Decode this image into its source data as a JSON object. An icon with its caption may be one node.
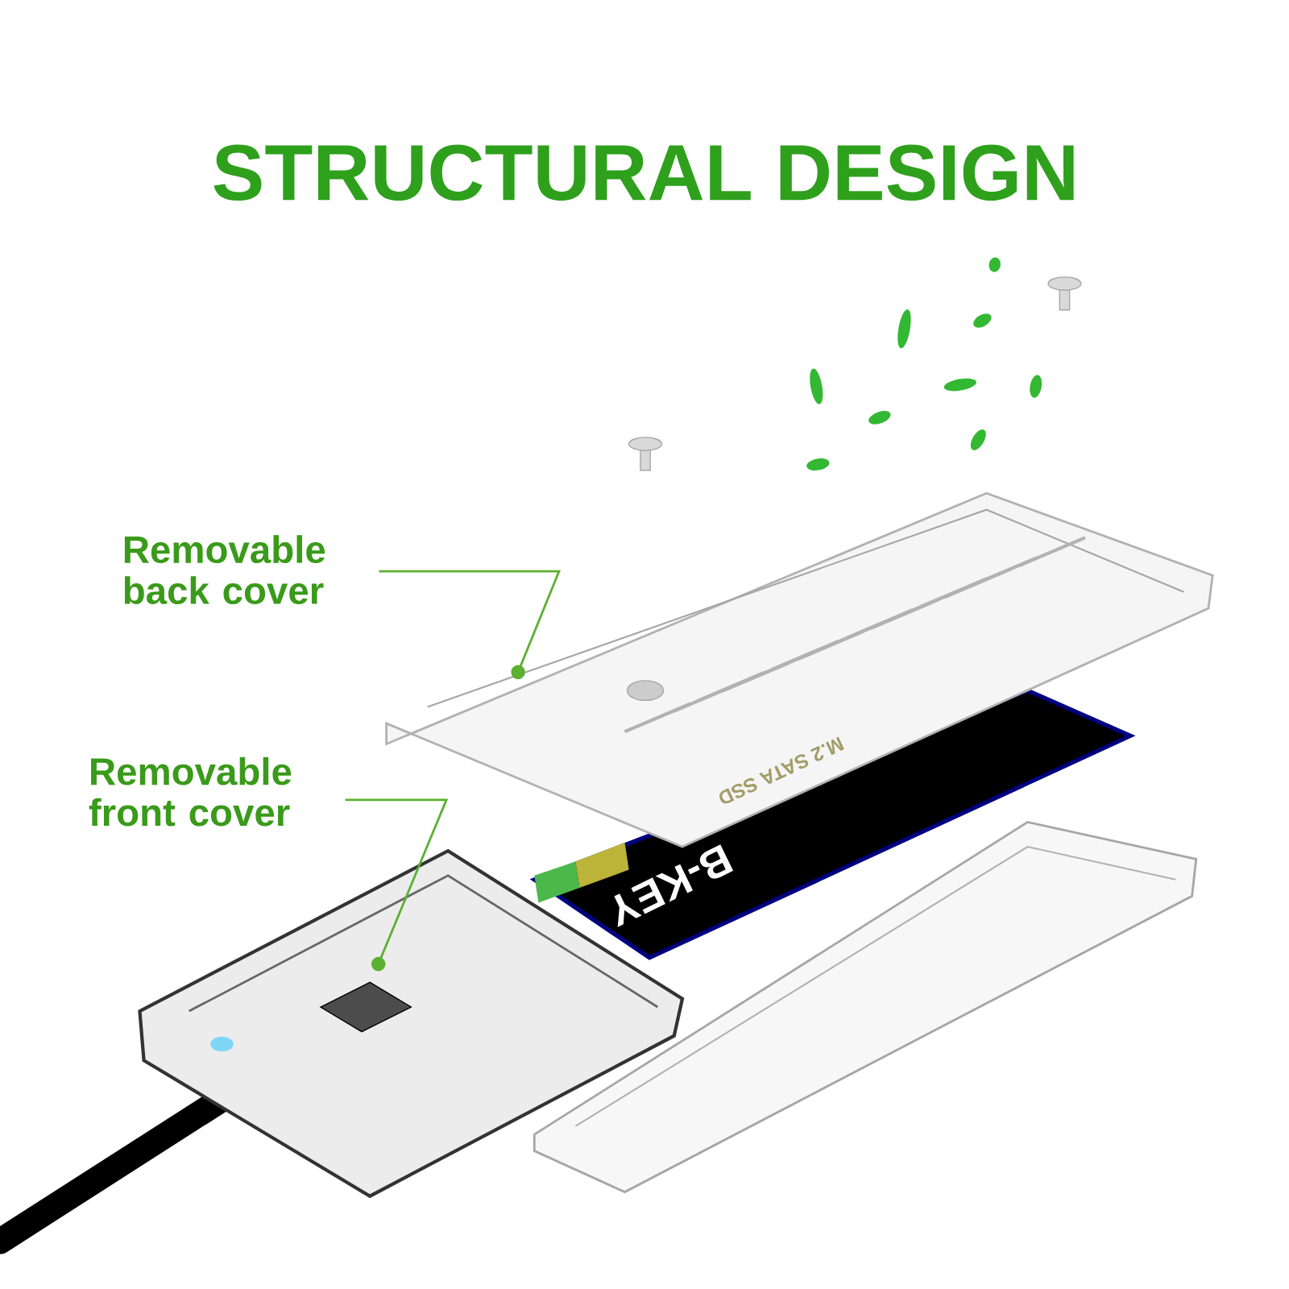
{
  "diagram": {
    "title": "STRUCTURAL DESIGN",
    "nodes": [
      {
        "text": [
          "Removable back cover"
        ]
      },
      {
        "text": [
          "Removable front cover"
        ]
      },
      {
        "text": [],
        "shape": "picture"
      },
      {
        "text": [],
        "shape": "picture"
      }
    ],
    "edges": [
      {
        "from": 0,
        "to": 2,
        "arrow": "other"
      },
      {
        "from": 1,
        "to": 3,
        "arrow": "other"
      }
    ],
    "labels": [
      "M.2 SATA SSD",
      "B-KEY"
    ]
  }
}
